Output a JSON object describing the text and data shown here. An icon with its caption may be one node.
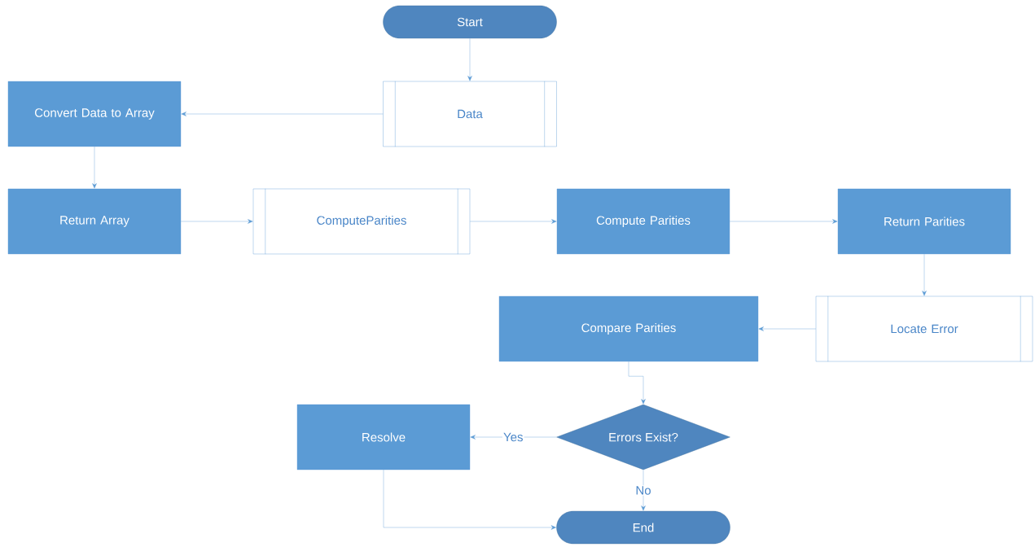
{
  "diagram": {
    "nodes": [
      {
        "text": [
          "Start"
        ]
      },
      {
        "text": [
          "Data"
        ]
      },
      {
        "text": [
          "Convert Data to Array"
        ]
      },
      {
        "text": [
          "Return Array"
        ]
      },
      {
        "text": [
          "ComputeParities"
        ]
      },
      {
        "text": [
          "Compute Parities"
        ]
      },
      {
        "text": [
          "Return Parities"
        ]
      },
      {
        "text": [
          "Locate Error"
        ]
      },
      {
        "text": [
          "Compare Parities"
        ]
      },
      {
        "text": [
          "Errors  Exist?"
        ]
      },
      {
        "text": [
          "Resolve"
        ]
      },
      {
        "text": [
          "End"
        ]
      }
    ],
    "edges": [
      {
        "from": 0,
        "to": 1,
        "arrow": "to"
      },
      {
        "from": 1,
        "to": 2,
        "arrow": "to"
      },
      {
        "from": 2,
        "to": 3,
        "arrow": "to"
      },
      {
        "from": 3,
        "to": 4,
        "arrow": "to"
      },
      {
        "from": 4,
        "to": 5,
        "arrow": "to"
      },
      {
        "from": 5,
        "to": 6,
        "arrow": "to"
      },
      {
        "from": 6,
        "to": 7,
        "arrow": "to"
      },
      {
        "from": 7,
        "to": 8,
        "arrow": "to"
      },
      {
        "from": 8,
        "to": 9,
        "arrow": "to"
      },
      {
        "from": 9,
        "to": 10,
        "label": "Yes",
        "arrow": "to"
      },
      {
        "from": 9,
        "to": 11,
        "label": "No",
        "arrow": "to"
      },
      {
        "from": 10,
        "to": 11,
        "arrow": "to"
      }
    ]
  }
}
